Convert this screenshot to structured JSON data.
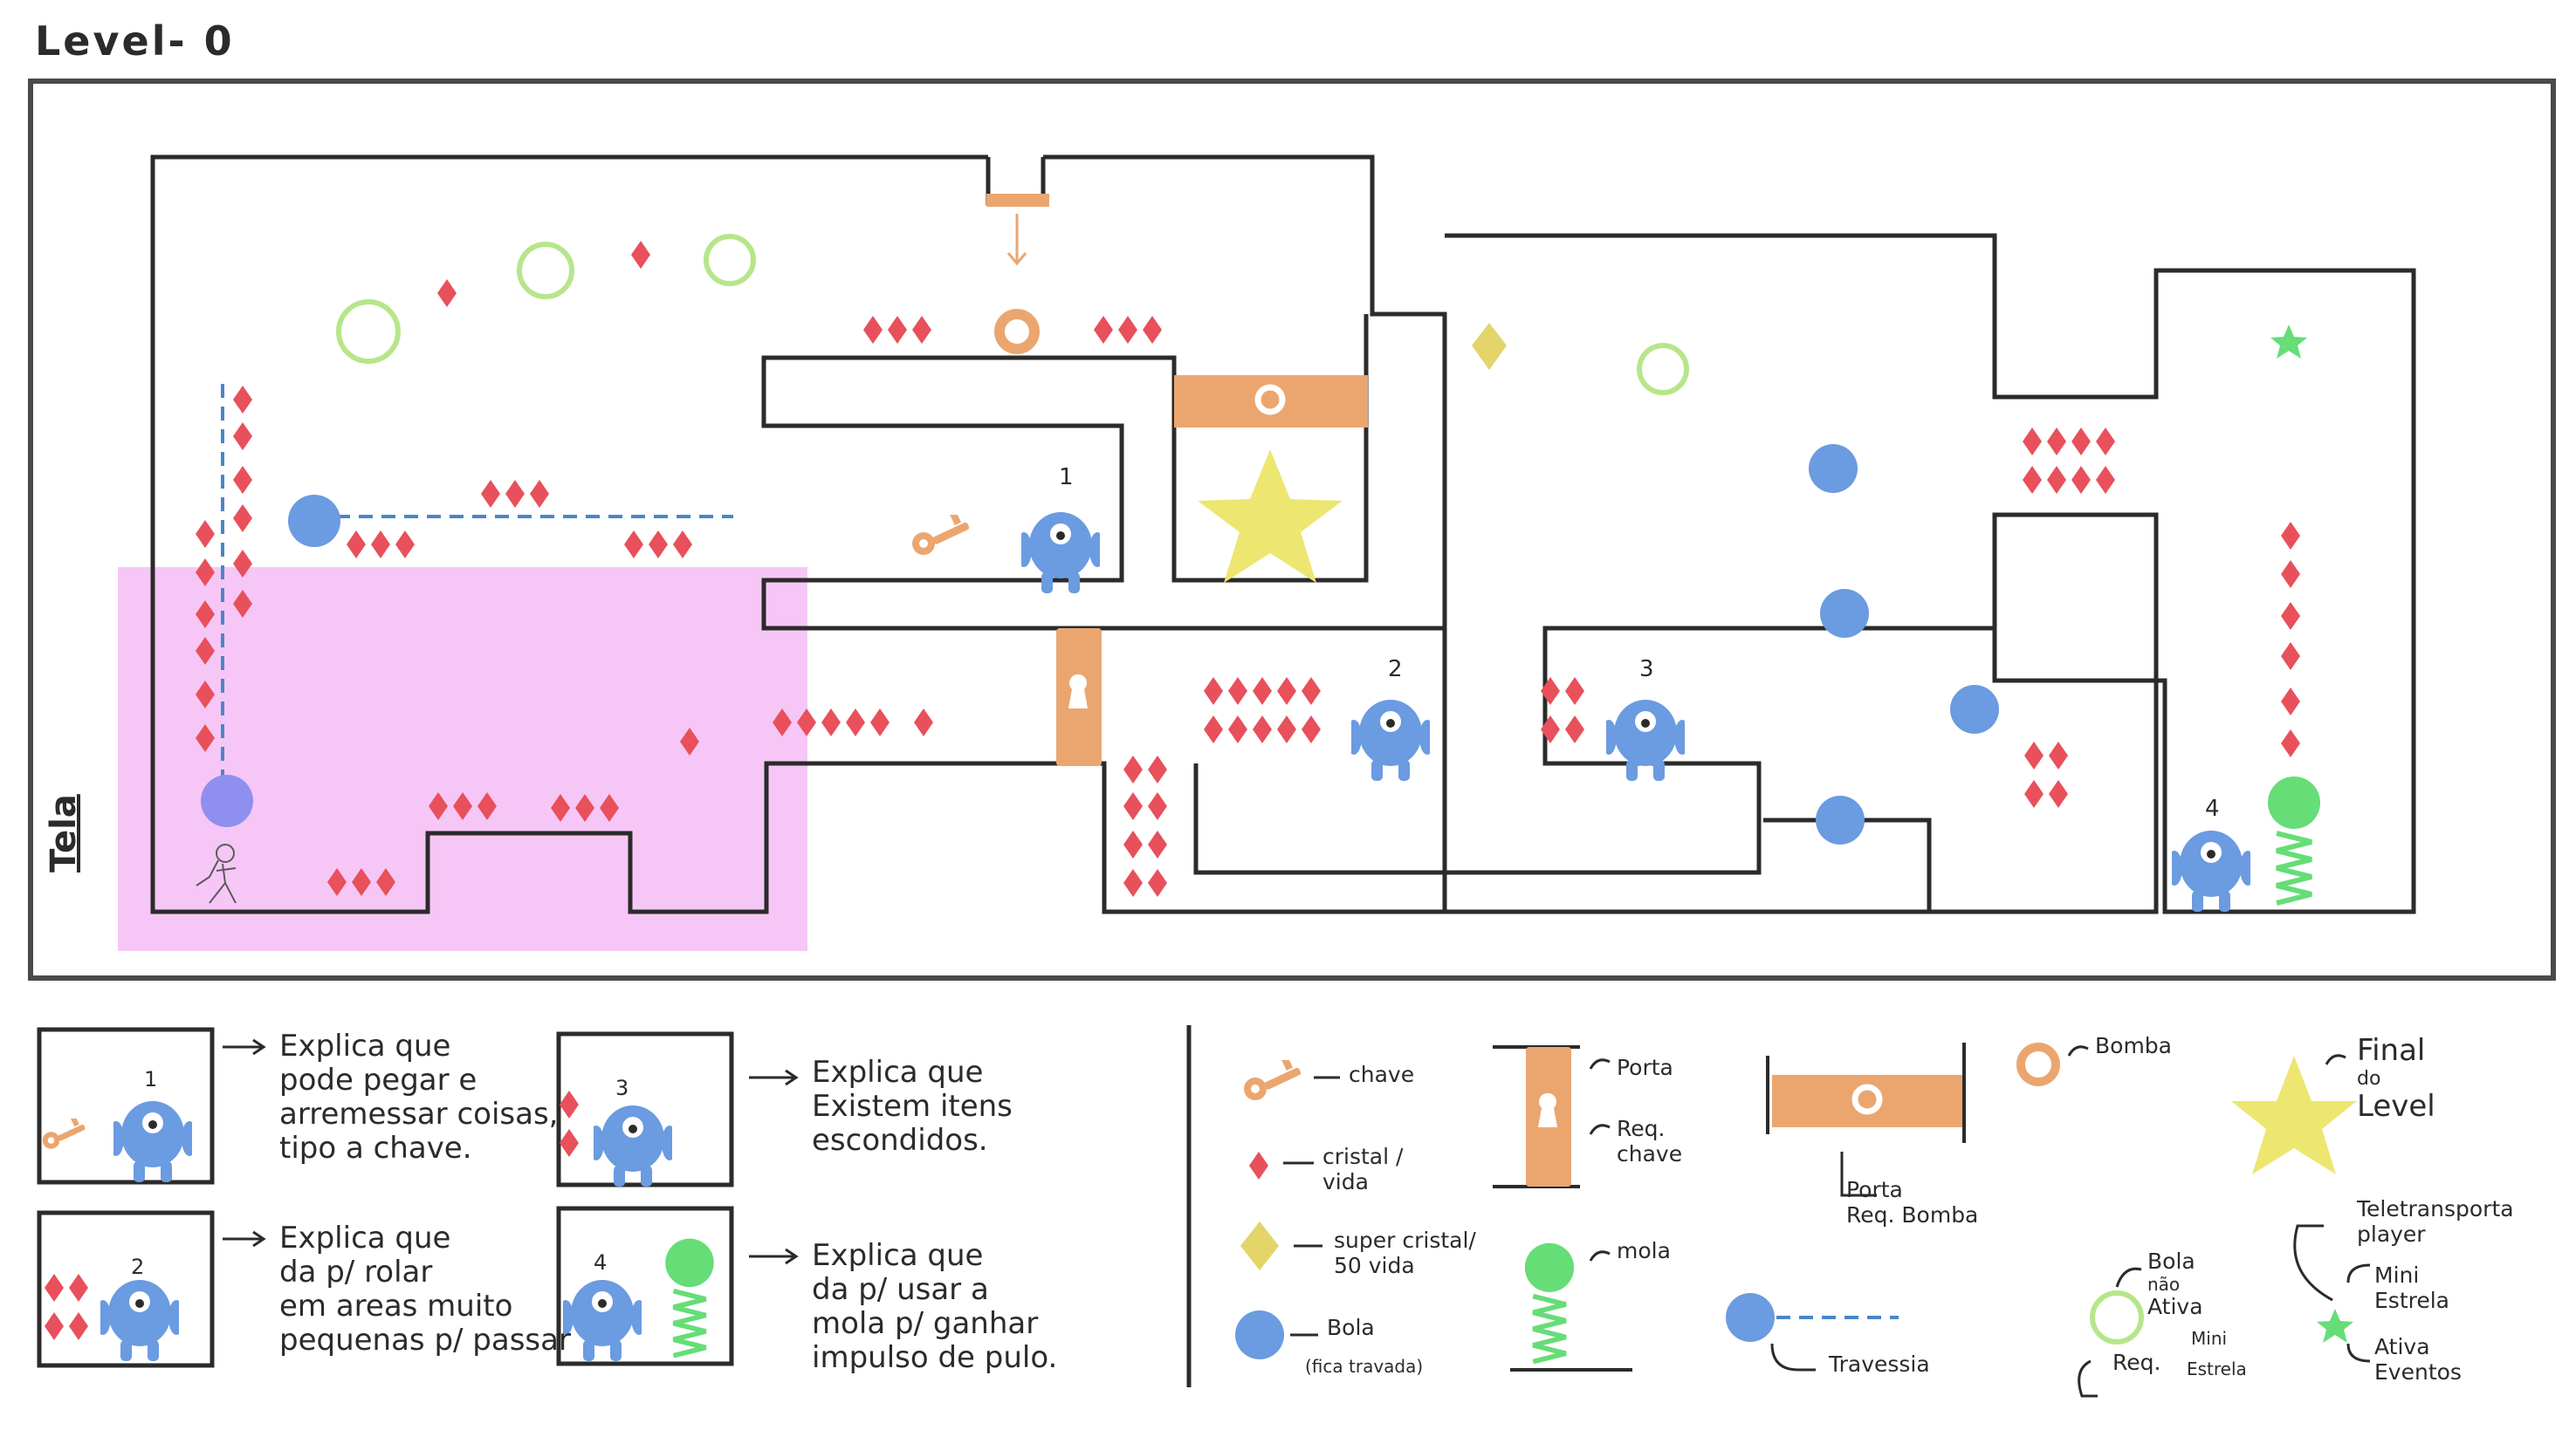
{
  "title": "Level- 0",
  "screen_label": "Tela",
  "npcs": [
    "1",
    "2",
    "3",
    "4"
  ],
  "tutorial": [
    {
      "id": "1",
      "lines": [
        "Explica que",
        "pode pegar e",
        "arremessar coisas,",
        "tipo a chave."
      ]
    },
    {
      "id": "2",
      "lines": [
        "Explica que",
        "da p/ rolar",
        "em areas muito",
        "pequenas p/ passar"
      ]
    },
    {
      "id": "3",
      "lines": [
        "Explica que",
        "Existem itens",
        "escondidos."
      ]
    },
    {
      "id": "4",
      "lines": [
        "Explica que",
        "da p/ usar a",
        "mola p/ ganhar",
        "impulso de pulo."
      ]
    }
  ],
  "legend": {
    "chave": "chave",
    "cristal": [
      "cristal /",
      "vida"
    ],
    "super_cristal": [
      "super cristal/",
      "50 vida"
    ],
    "bola": "Bola",
    "bola_sub": "(fica travada)",
    "porta": "Porta",
    "req_chave": [
      "Req.",
      "chave"
    ],
    "mola": "mola",
    "porta_bomba": [
      "Porta",
      "Req. Bomba"
    ],
    "travessia": "Travessia",
    "bomba": "Bomba",
    "bola_nao_ativa": [
      "Bola",
      "não",
      "Ativa"
    ],
    "req_mini_estrela": [
      "Req.",
      "Mini",
      "Estrela"
    ],
    "final": [
      "Final",
      "do",
      "Level"
    ],
    "teletransporta": [
      "Teletransporta",
      "player"
    ],
    "mini_estrela": [
      "Mini",
      "Estrela"
    ],
    "ativa_eventos": [
      "Ativa",
      "Eventos"
    ]
  },
  "colors": {
    "crystal": "#e8505b",
    "ball": "#6699dd",
    "spring": "#66dd77",
    "ring": "#b6e68a",
    "key": "#eba670",
    "door": "#eba670",
    "star": "#ede670",
    "super_crystal": "#e3d56a",
    "screen_area": "#ee99ee",
    "wall": "#2b2b2b",
    "dash": "#4a86c8"
  }
}
